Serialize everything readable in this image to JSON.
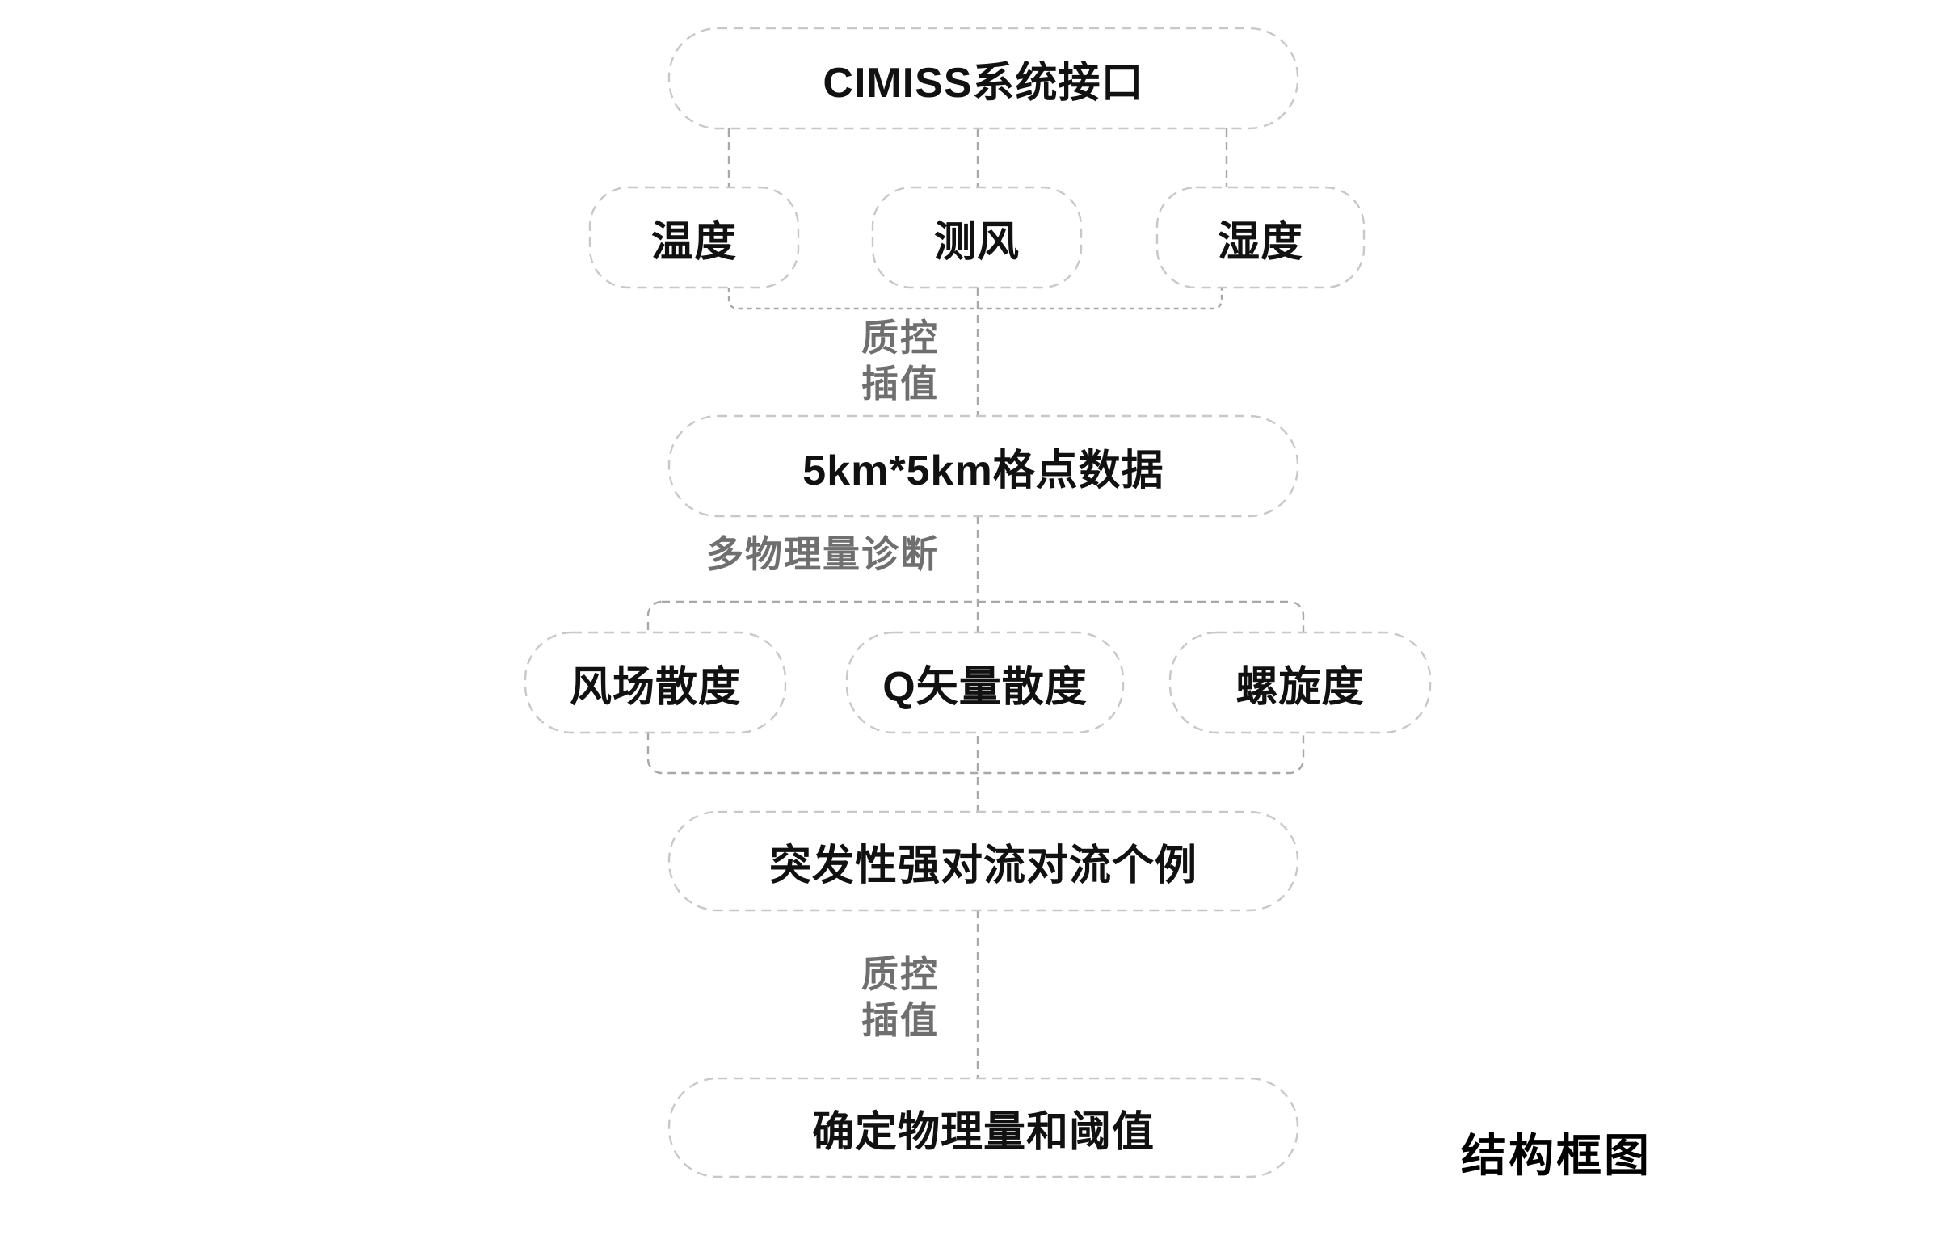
{
  "diagram": {
    "caption": "结构框图",
    "source_node": {
      "label": "CIMISS系统接口"
    },
    "input_nodes": [
      {
        "label": "温度"
      },
      {
        "label": "测风"
      },
      {
        "label": "湿度"
      }
    ],
    "process_label_1": {
      "line1": "质控",
      "line2": "插值"
    },
    "grid_node": {
      "label": "5km*5km格点数据"
    },
    "diagnosis_label": "多物理量诊断",
    "diagnostic_nodes": [
      {
        "label": "风场散度"
      },
      {
        "label": "Q矢量散度"
      },
      {
        "label": "螺旋度"
      }
    ],
    "case_node": {
      "label": "突发性强对流对流个例"
    },
    "process_label_2": {
      "line1": "质控",
      "line2": "插值"
    },
    "threshold_node": {
      "label": "确定物理量和阈值"
    },
    "colors": {
      "background": "#ffffff",
      "node_border": "#c8c8c8",
      "connector_line": "#a8a8a8",
      "edge_label_text": "#6f6f6f",
      "node_text": "#111111",
      "caption_text": "#000000"
    }
  }
}
